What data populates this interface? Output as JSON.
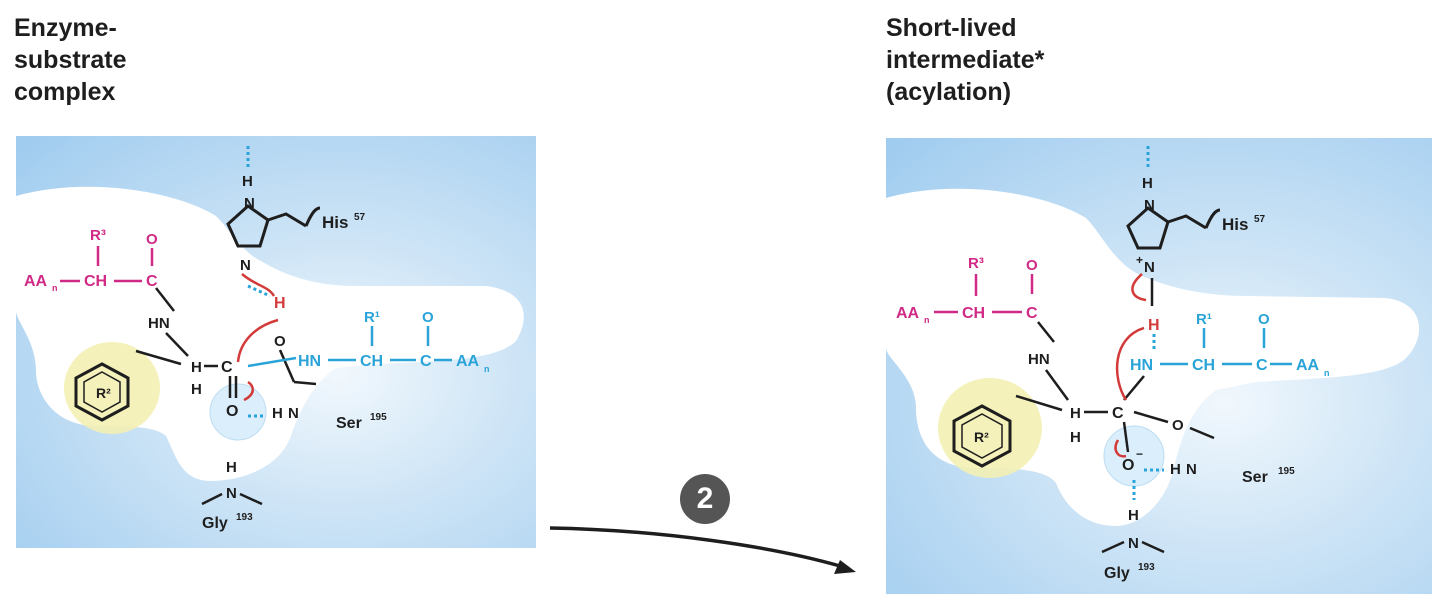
{
  "panels": [
    {
      "title_lines": [
        "Enzyme-",
        "substrate",
        "complex"
      ],
      "labels": {
        "r3": "R³",
        "o_top": "O",
        "aa_n": "AA",
        "aa_n_sub": "n",
        "ch": "CH",
        "c": "C",
        "hn": "HN",
        "ch_h": "H",
        "c_alpha": "C",
        "h_below": "H",
        "r2": "R²",
        "o_carbonyl": "O",
        "h_n": "H",
        "n": "N",
        "ser": "Ser",
        "ser_num": "195",
        "gly": "Gly",
        "gly_num": "193",
        "gly_h": "H",
        "gly_n": "N",
        "his": "His",
        "his_num": "57",
        "his_h": "H",
        "his_n1": "N",
        "his_n2": "N",
        "ser_o": "O",
        "ser_h": "H",
        "r1": "R¹",
        "o_right": "O",
        "hn_right": "HN",
        "ch_right": "CH",
        "c_right": "C",
        "aa_right": "AA",
        "aa_right_sub": "n"
      }
    },
    {
      "title_lines": [
        "Short-lived",
        "intermediate*",
        "(acylation)"
      ],
      "labels": {
        "r3": "R³",
        "o_top": "O",
        "aa_n": "AA",
        "aa_n_sub": "n",
        "ch": "CH",
        "c": "C",
        "hn": "HN",
        "ch_h": "H",
        "c_alpha": "C",
        "h_below": "H",
        "r2": "R²",
        "o_carbonyl": "O",
        "h_n": "H",
        "n": "N",
        "ser": "Ser",
        "ser_num": "195",
        "gly": "Gly",
        "gly_num": "193",
        "gly_h": "H",
        "gly_n": "N",
        "his": "His",
        "his_num": "57",
        "his_h": "H",
        "his_n1": "N",
        "his_n2": "N",
        "his_plus": "+",
        "ser_o": "O",
        "ser_h": "H",
        "r1": "R¹",
        "o_right": "O",
        "hn_right": "HN",
        "ch_right": "CH",
        "c_right": "C",
        "aa_right": "AA",
        "aa_right_sub": "n",
        "o_minus": "−"
      }
    }
  ],
  "step": {
    "number": "2"
  },
  "colors": {
    "substrate_left": "#d02a86",
    "substrate_right": "#2aa4d8",
    "arrow_electron": "#d33a3a",
    "pocket_bg": "#9ecbef",
    "r2_highlight": "#f3efb4"
  }
}
